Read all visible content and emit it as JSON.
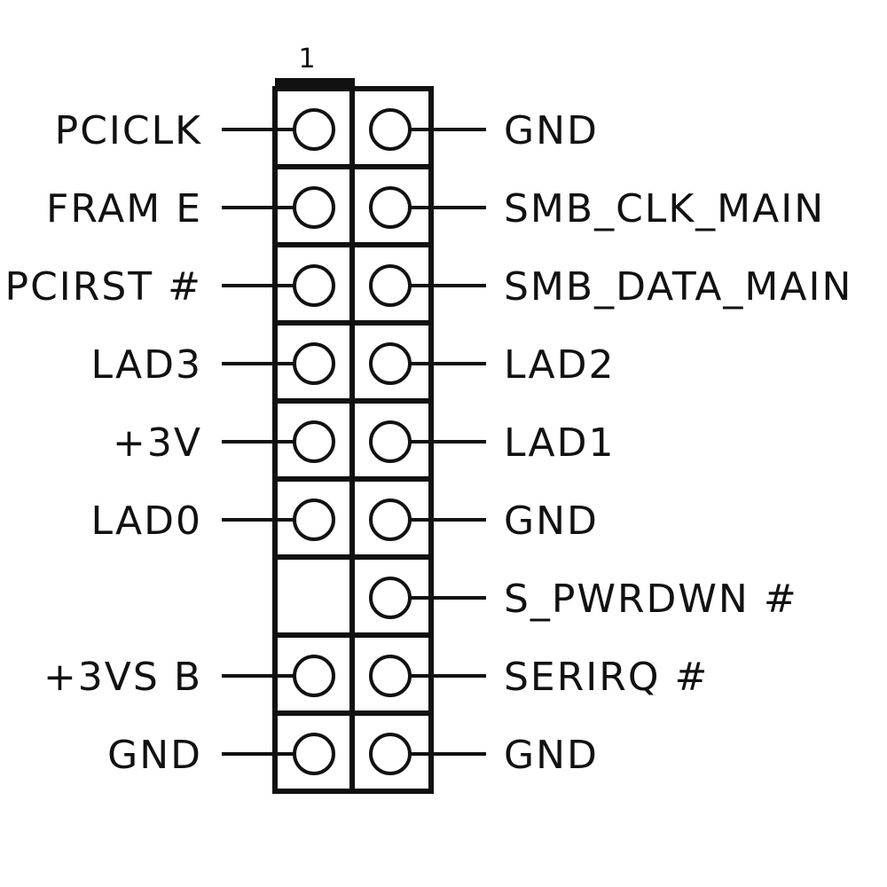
{
  "header": {
    "pin_one_marker": "1"
  },
  "rows": [
    {
      "left": {
        "label": "PCICLK"
      },
      "right": {
        "label": "GND"
      }
    },
    {
      "left": {
        "label": "FRAM E"
      },
      "right": {
        "label": "SMB_CLK_MAIN"
      }
    },
    {
      "left": {
        "label": "PCIRST #"
      },
      "right": {
        "label": "SMB_DATA_MAIN"
      }
    },
    {
      "left": {
        "label": "LAD3"
      },
      "right": {
        "label": "LAD2"
      }
    },
    {
      "left": {
        "label": "+3V"
      },
      "right": {
        "label": "LAD1"
      }
    },
    {
      "left": {
        "label": "LAD0"
      },
      "right": {
        "label": "GND"
      }
    },
    {
      "left": null,
      "right": {
        "label": "S_PWRDWN #"
      }
    },
    {
      "left": {
        "label": "+3VS B"
      },
      "right": {
        "label": "SERIRQ #"
      }
    },
    {
      "left": {
        "label": "GND"
      },
      "right": {
        "label": "GND"
      }
    }
  ],
  "colors": {
    "line": "#111111",
    "background": "#ffffff"
  }
}
